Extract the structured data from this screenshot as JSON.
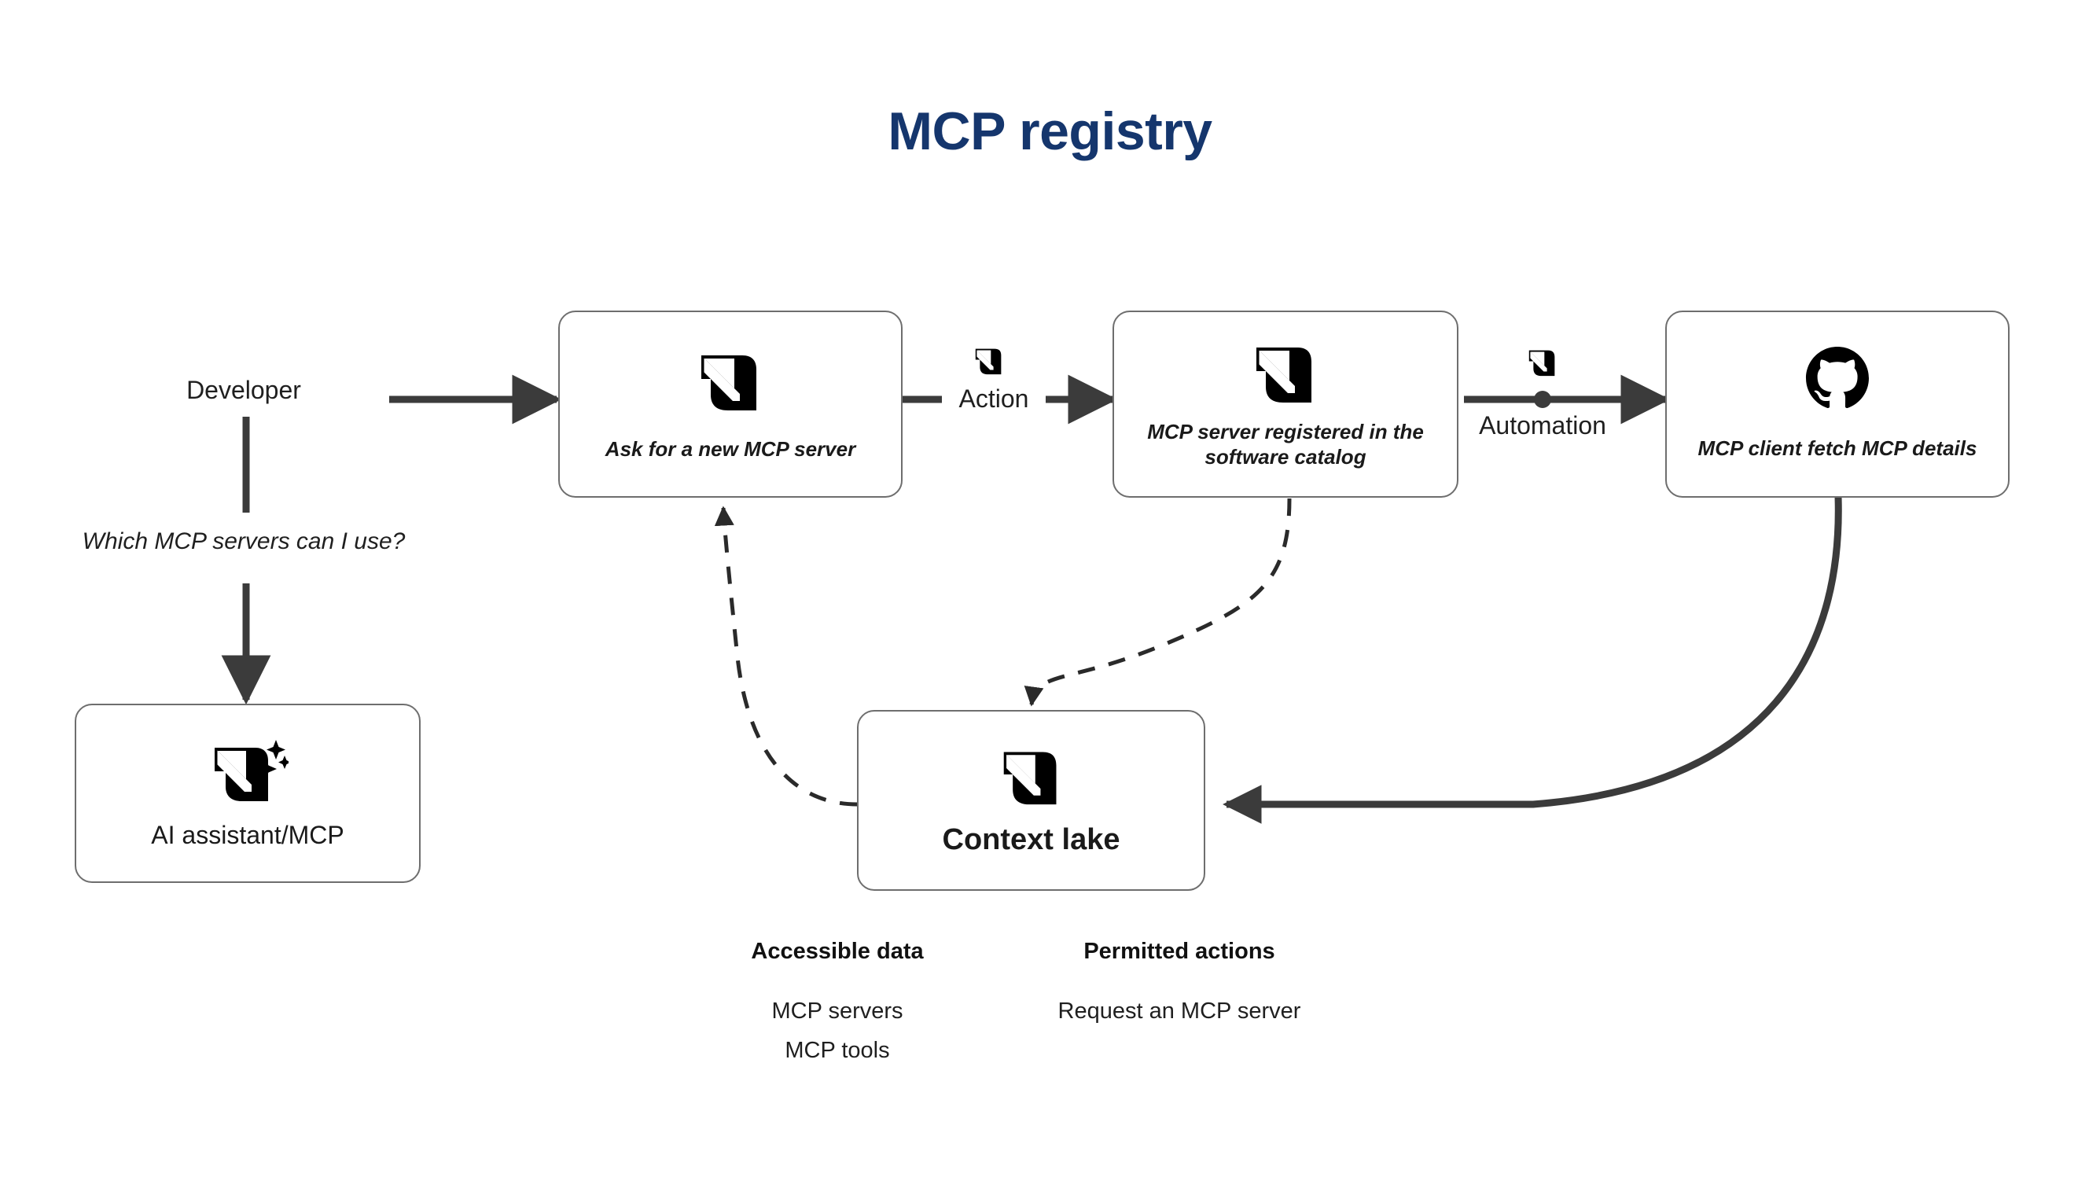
{
  "title": "MCP registry",
  "theme": {
    "title_color": "#15366d",
    "node_border": "#6e6e6e",
    "connector_color": "#3b3b3b",
    "icon_color": "#000000",
    "background": "#ffffff"
  },
  "actors": {
    "developer_label": "Developer",
    "developer_question": "Which MCP servers can I use?"
  },
  "nodes": [
    {
      "id": "ai-assistant",
      "label": "AI assistant/MCP",
      "icon": "mcp-sparkle-icon"
    },
    {
      "id": "ask-new-mcp-server",
      "label": "Ask for a new MCP server",
      "icon": "mcp-icon"
    },
    {
      "id": "mcp-server-registered",
      "label": "MCP server registered in the software catalog",
      "icon": "mcp-icon"
    },
    {
      "id": "mcp-client-fetch",
      "label": "MCP client fetch MCP details",
      "icon": "github-icon"
    },
    {
      "id": "context-lake",
      "label": "Context lake",
      "icon": "mcp-icon"
    }
  ],
  "edges": [
    {
      "id": "action",
      "label": "Action",
      "icon": "mcp-icon"
    },
    {
      "id": "automation",
      "label": "Automation",
      "icon": "mcp-icon"
    }
  ],
  "context_lake_details": {
    "columns": [
      {
        "heading": "Accessible data",
        "items": [
          "MCP servers",
          "MCP tools"
        ]
      },
      {
        "heading": "Permitted actions",
        "items": [
          "Request an MCP server"
        ]
      }
    ]
  }
}
